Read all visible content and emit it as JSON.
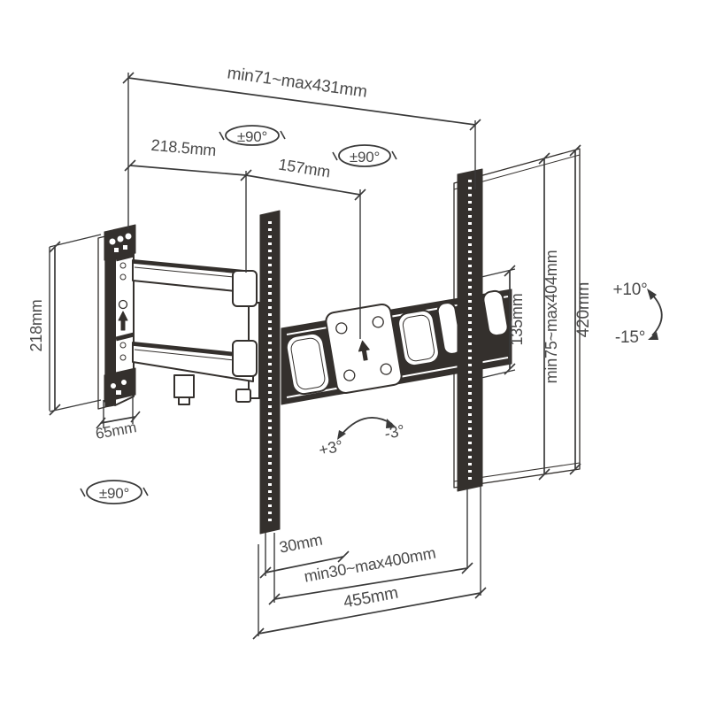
{
  "diagram": {
    "type": "technical-drawing",
    "subject": "articulating TV wall mount bracket with dimensions",
    "colors": {
      "line": "#34302d",
      "dark_fill": "#34302d",
      "dimension_line": "#3a3a3a",
      "text": "#4a4a4a",
      "background": "#ffffff"
    },
    "dimensions": {
      "top_span": "min71~max431mm",
      "plate_to_elbow": "218.5mm",
      "elbow_to_vesa": "157mm",
      "wall_plate_height": "218mm",
      "wall_plate_depth": "65mm",
      "bracket_inner": "135mm",
      "vesa_vertical_range": "min75~max404mm",
      "bracket_height": "420mm",
      "rail_offset": "30mm",
      "vesa_horizontal_range": "min30~max400mm",
      "crossbar_width": "455mm"
    },
    "angles": {
      "swivel_range": "±90°",
      "tilt_up": "+10°",
      "tilt_down": "-15°",
      "level_plus": "+3°",
      "level_minus": "-3°"
    }
  }
}
